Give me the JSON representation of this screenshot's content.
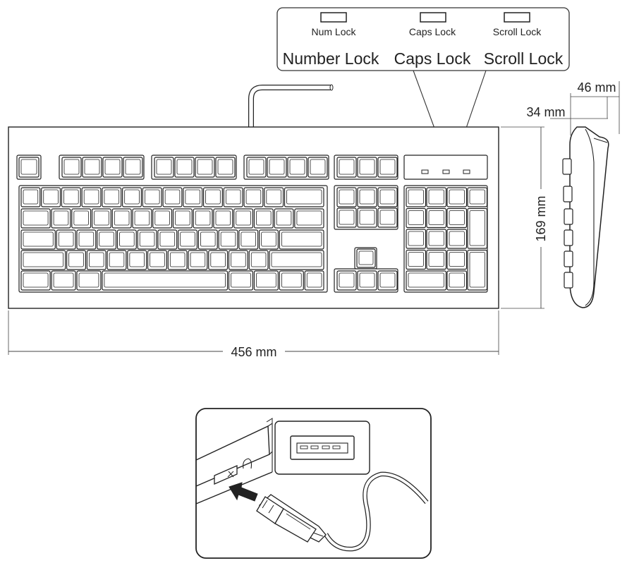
{
  "indicators": [
    {
      "short_label": "Num Lock",
      "long_label": "Number Lock"
    },
    {
      "short_label": "Caps Lock",
      "long_label": "Caps Lock"
    },
    {
      "short_label": "Scroll Lock",
      "long_label": "Scroll Lock"
    }
  ],
  "dimensions": {
    "width": "456 mm",
    "height": "169 mm",
    "depth_top": "46 mm",
    "depth_front": "34 mm"
  }
}
